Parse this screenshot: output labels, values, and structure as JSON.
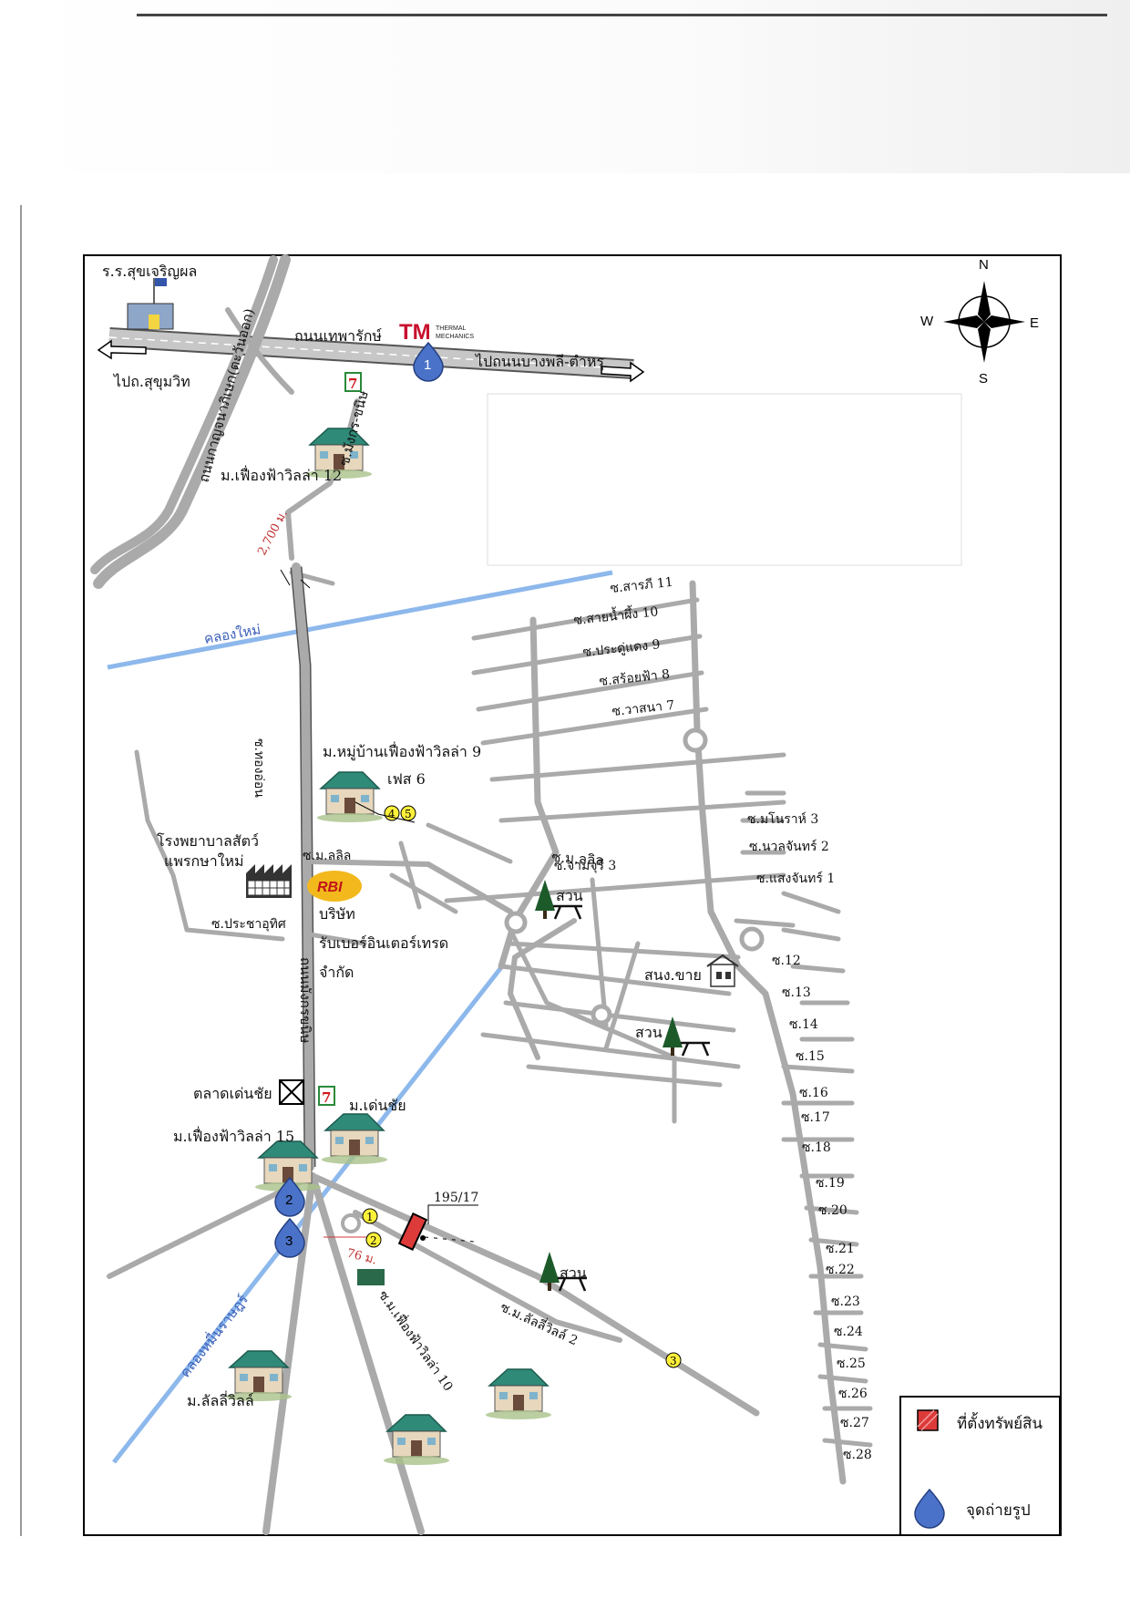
{
  "compass": {
    "n": "N",
    "s": "S",
    "e": "E",
    "w": "W"
  },
  "labels": {
    "school": "ร.ร.สุขเจริญผล",
    "road_thepharak": "ถนนเทพารักษ์",
    "to_sukhumvit": "ไปถ.สุขุมวิท",
    "to_bangphli": "ไปถนนบางพลี-ตำหรุ",
    "road_kanchanaphisek": "ถนนกาญจนาภิเษก(ตะวันออก)",
    "soi_mangkon_khanit": "ซ.มังกร-ขนิษ",
    "village_villa12": "ม.เฟื่องฟ้าวิลล่า 12",
    "dist_2700": "2,700 ม.",
    "canal_mai": "คลองใหม่",
    "soi_thongon": "ซ.ทองอ่อน",
    "village_villa9": "ม.หมู่บ้านเฟื่องฟ้าวิลล่า 9",
    "phase6": "เฟส 6",
    "animal_hospital_1": "โรงพยาบาลสัตว์",
    "animal_hospital_2": "แพรกษาใหม่",
    "soi_malila_1": "ซ.ม.ลลิล",
    "soi_malila_2": "ซ.ม.ลลิล",
    "rbi_logo": "RBI",
    "company_1": "บริษัท",
    "company_2": "รับเบอร์อินเตอร์เทรด",
    "company_3": "จำกัด",
    "soi_prachauthit": "ซ.ประชาอุทิศ",
    "road_mangkon": "ถนนมังกรขนิษ",
    "market_denchai": "ตลาดเด่นชัย",
    "village_denchai": "ม.เด่นชัย",
    "village_villa15": "ม.เฟื่องฟ้าวิลล่า 15",
    "plot_no": "195/17",
    "dist_76": "76 ม.",
    "canal_muenrai": "คลองหมื่นราษฎร์",
    "soi_villa10": "ซ.ม.เฟื่องฟ้าวิลล่า 10",
    "soi_lallyville2": "ซ.ม.ลัลลี่วิลล์ 2",
    "village_lallyville": "ม.ลัลลี่วิลล์",
    "park_1": "สวน",
    "park_2": "สวน",
    "park_3": "สวน",
    "for_sale": "สนง.ขาย",
    "soi_jamjuri": "ซ.จามจุรี 3",
    "soi_11": "ซ.สารภี 11",
    "soi_10": "ซ.สายน้ำผึ้ง 10",
    "soi_9": "ซ.ประดู่แดง 9",
    "soi_8": "ซ.สร้อยฟ้า 8",
    "soi_7": "ซ.วาสนา 7",
    "soi_3": "ซ.มโนราห์ 3",
    "soi_2": "ซ.นวลจันทร์ 2",
    "soi_1": "ซ.แสงจันทร์ 1",
    "tm_logo": "TM",
    "tm_name_1": "THERMAL",
    "tm_name_2": "MECHANICS",
    "seven_eleven": "7"
  },
  "soi_numbers": [
    "ซ.12",
    "ซ.13",
    "ซ.14",
    "ซ.15",
    "ซ.16",
    "ซ.17",
    "ซ.18",
    "ซ.19",
    "ซ.20",
    "ซ.21",
    "ซ.22",
    "ซ.23",
    "ซ.24",
    "ซ.25",
    "ซ.26",
    "ซ.27",
    "ซ.28"
  ],
  "photo_points": [
    "1",
    "2",
    "3"
  ],
  "yellow_markers": [
    "1",
    "2",
    "3",
    "4",
    "5"
  ],
  "legend": {
    "property": "ที่ตั้งทรัพย์สิน",
    "photo_point": "จุดถ่ายรูป"
  },
  "colors": {
    "road": "#aaaaaa",
    "canal": "#8db8ec",
    "photo_point": "#4a72c8",
    "marker": "#fff13a",
    "property": "#dd3a3a",
    "rbi": "#f2b81c",
    "tm": "#c8102e"
  }
}
